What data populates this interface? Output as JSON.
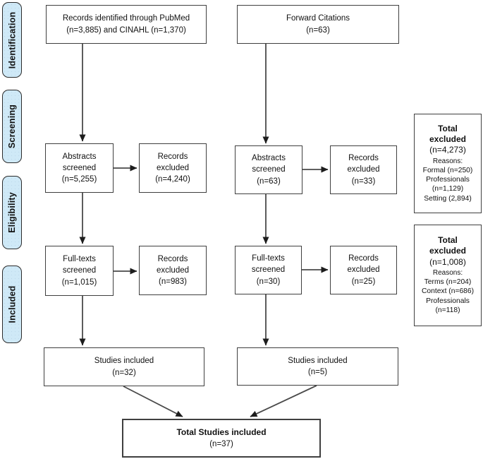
{
  "palette": {
    "background": "#ffffff",
    "label_fill": "#cfe9f7",
    "label_border": "#2b2b2b",
    "box_border": "#3f3f3f",
    "arrow_color": "#444444",
    "text_color": "#111111"
  },
  "stages": [
    {
      "label": "Identification"
    },
    {
      "label": "Screening"
    },
    {
      "label": "Eligibility"
    },
    {
      "label": "Included"
    }
  ],
  "boxes": {
    "records_identified": {
      "lines": [
        "Records identified through PubMed",
        "(n=3,885) and CINAHL (n=1,370)"
      ]
    },
    "forward_citations": {
      "lines": [
        "Forward Citations",
        "(n=63)"
      ]
    },
    "abstracts_screened_pubmed": {
      "lines": [
        "Abstracts",
        "screened",
        "(n=5,255)"
      ]
    },
    "records_excluded_abstracts_pubmed": {
      "lines": [
        "Records",
        "excluded",
        "(n=4,240)"
      ]
    },
    "abstracts_screened_forward": {
      "lines": [
        "Abstracts",
        "screened",
        "(n=63)"
      ]
    },
    "records_excluded_abstracts_forward": {
      "lines": [
        "Records",
        "excluded",
        "(n=33)"
      ]
    },
    "total_excluded_screening": {
      "title_lines": [
        "Total",
        "excluded"
      ],
      "count": "(n=4,273)",
      "reasons_label": "Reasons:",
      "reasons": [
        "Formal (n=250)",
        "Professionals (n=1,129)",
        "Setting (2,894)"
      ]
    },
    "full_texts_screened_pubmed": {
      "lines": [
        "Full-texts",
        "screened",
        "(n=1,015)"
      ]
    },
    "records_excluded_fulltexts_pubmed": {
      "lines": [
        "Records",
        "excluded",
        "(n=983)"
      ]
    },
    "full_texts_screened_forward": {
      "lines": [
        "Full-texts",
        "screened",
        "(n=30)"
      ]
    },
    "records_excluded_fulltexts_forward": {
      "lines": [
        "Records",
        "excluded",
        "(n=25)"
      ]
    },
    "total_excluded_eligibility": {
      "title_lines": [
        "Total",
        "excluded"
      ],
      "count": "(n=1,008)",
      "reasons_label": "Reasons:",
      "reasons": [
        "Terms (n=204)",
        "Context (n=686)",
        "Professionals (n=118)"
      ]
    },
    "studies_included_pubmed": {
      "lines": [
        "Studies included",
        "(n=32)"
      ]
    },
    "studies_included_forward": {
      "lines": [
        "Studies included",
        "(n=5)"
      ]
    },
    "total_studies_included": {
      "title": "Total Studies included",
      "count": "(n=37)"
    }
  }
}
